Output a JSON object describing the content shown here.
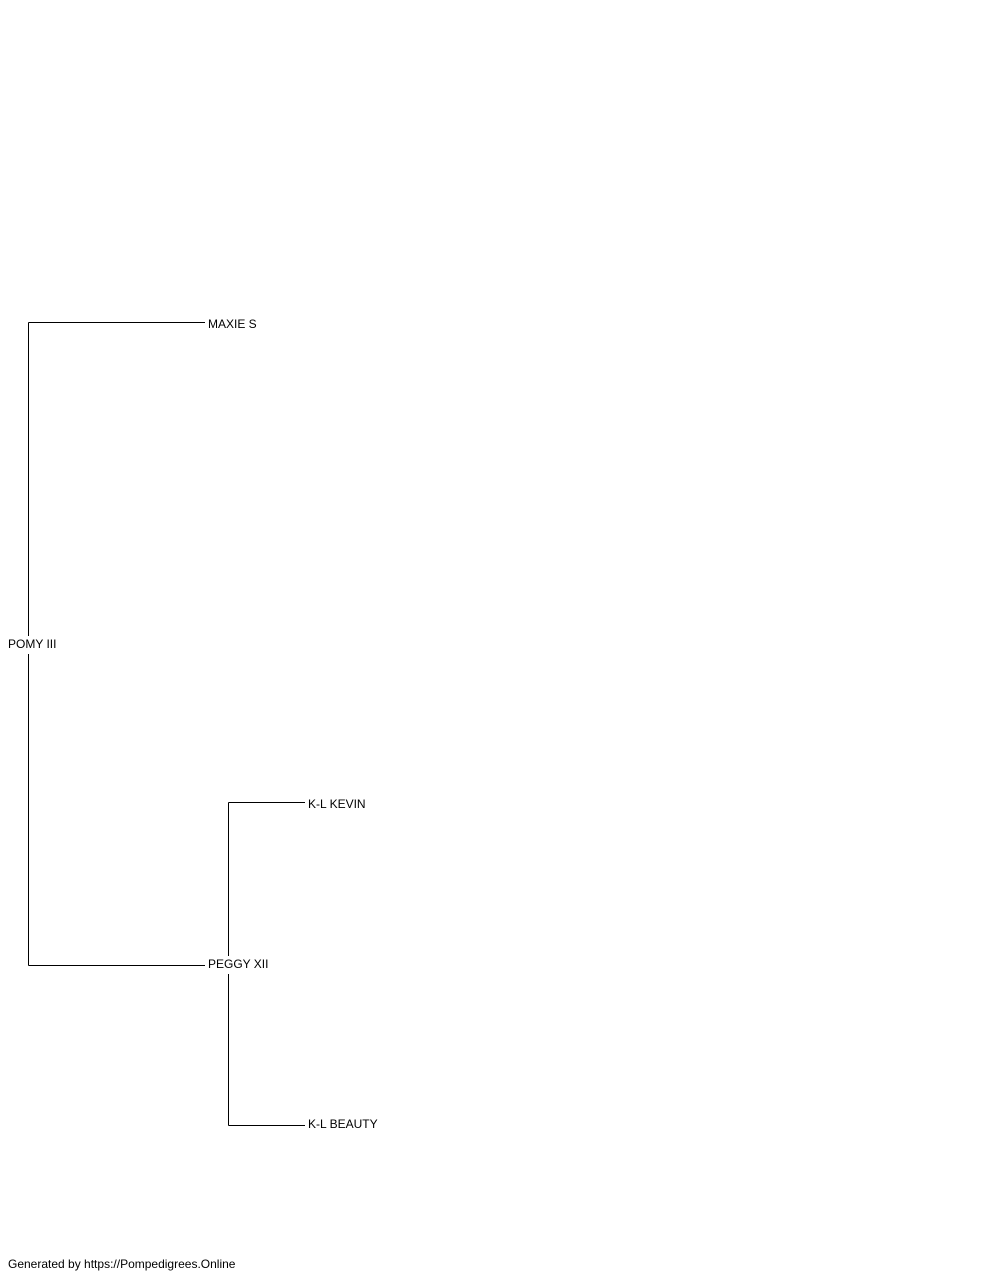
{
  "pedigree": {
    "root": {
      "name": "POMY III"
    },
    "sire": {
      "name": "MAXIE S"
    },
    "dam": {
      "name": "PEGGY XII",
      "sire": {
        "name": "K-L KEVIN"
      },
      "dam": {
        "name": "K-L BEAUTY"
      }
    }
  },
  "footer": {
    "text": "Generated by https://Pompedigrees.Online"
  }
}
